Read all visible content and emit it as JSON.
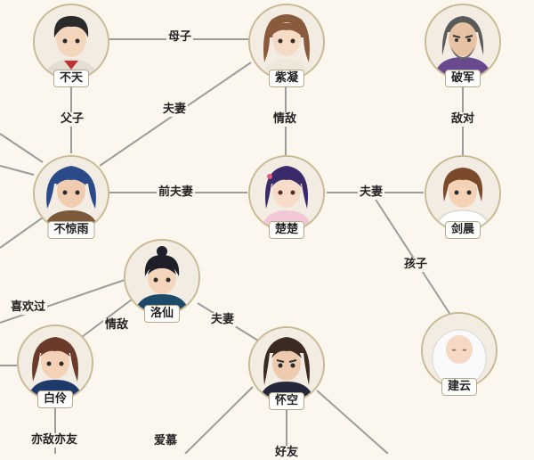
{
  "characters": {
    "butian": "不天",
    "ziling": "紫凝",
    "pojun": "破军",
    "bujingyu": "不惊雨",
    "chuchu": "楚楚",
    "jianchen": "剑晨",
    "luoxian": "洛仙",
    "bailing": "白伶",
    "huaikong": "怀空",
    "jianyun": "建云"
  },
  "relations": {
    "muzi": "母子",
    "fuqi_1": "夫妻",
    "fuzi": "父子",
    "qingdi_1": "情敌",
    "diudui": "敌对",
    "qianfuqi": "前夫妻",
    "fuqi_2": "夫妻",
    "haizi": "孩子",
    "xihuanguo": "喜欢过",
    "qingdi_2": "情敌",
    "fuqi_3": "夫妻",
    "yidiyiyou": "亦敌亦友",
    "aimu": "爱慕",
    "partial": "好友"
  },
  "colors": {
    "background": "#fcf7ee",
    "edge": "#9c9c9c",
    "ring": "#c9b894"
  }
}
